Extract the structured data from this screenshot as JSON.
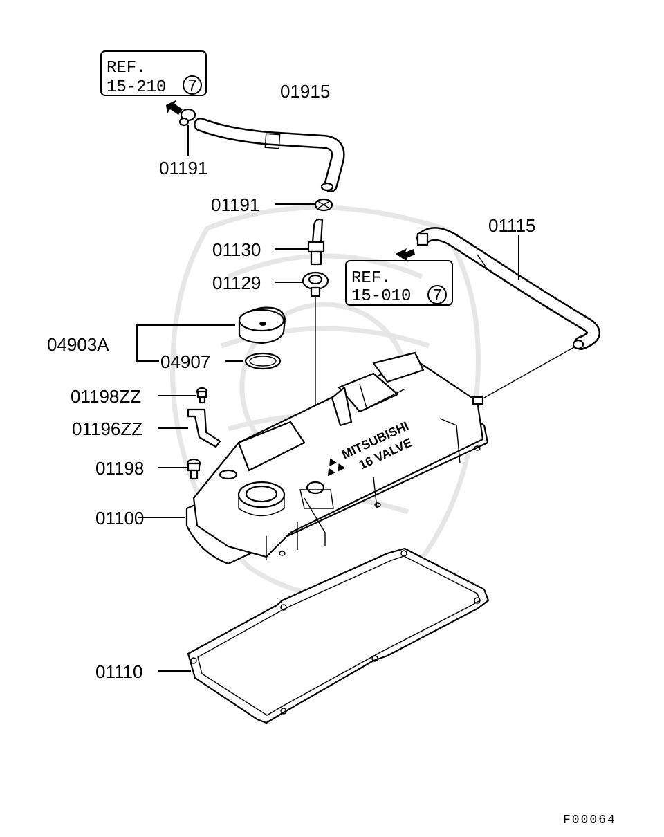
{
  "diagram": {
    "labels": {
      "p01915": "01915",
      "p01191_top": "01191",
      "p01191_mid": "01191",
      "p01130": "01130",
      "p01129": "01129",
      "p01115": "01115",
      "p04903A": "04903A",
      "p04907": "04907",
      "p01198ZZ": "01198ZZ",
      "p01196ZZ": "01196ZZ",
      "p01198": "01198",
      "p01100": "01100",
      "p01110": "01110"
    },
    "ref_boxes": [
      {
        "line1": "REF.",
        "line2": "15-210",
        "circled": "7"
      },
      {
        "line1": "REF.",
        "line2": "15-010",
        "circled": "7"
      }
    ],
    "cover_logo": {
      "line1": "MITSUBISHI",
      "line2": "16 VALVE"
    },
    "figure_code": "F00064"
  }
}
